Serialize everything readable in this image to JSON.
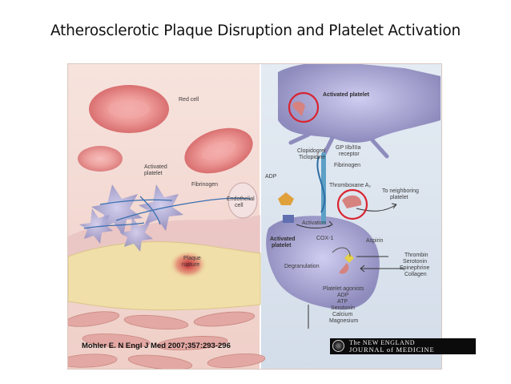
{
  "slide": {
    "title": "Atherosclerotic Plaque Disruption and Platelet Activation",
    "citation": "Mohler E. N Engl J Med 2007;357:293-296"
  },
  "figure": {
    "left_labels": {
      "red_cell": "Red cell",
      "activated_platelet": [
        "Activated",
        "platelet"
      ],
      "fibrinogen": "Fibrinogen",
      "endothelial_cell": [
        "Endothelial",
        "cell"
      ],
      "plaque_rupture": [
        "Plaque",
        "rupture"
      ]
    },
    "right_labels": {
      "activated_platelet_top": "Activated platelet",
      "clopidogrel": [
        "Clopidogrel",
        "Ticlopidine"
      ],
      "gp_receptor": [
        "GP IIb/IIIa",
        "receptor"
      ],
      "fibrinogen": "Fibrinogen",
      "adp": "ADP",
      "thromboxane": "Thromboxane A₂",
      "to_neighboring": [
        "To neighboring",
        "platelet"
      ],
      "activation": "Activation",
      "activated_platelet_lower": [
        "Activated",
        "platelet"
      ],
      "cox1": "COX-1",
      "aspirin": "Aspirin",
      "agonists_in": [
        "Thrombin",
        "Serotonin",
        "Epinephrine",
        "Collagen"
      ],
      "degranulation": "Degranulation",
      "agonists_out": [
        "Platelet agonists",
        "ADP",
        "ATP",
        "Serotonin",
        "Calcium",
        "Magnesium"
      ]
    }
  },
  "journal": {
    "line1": "The NEW ENGLAND",
    "line2": "JOURNAL of MEDICINE"
  },
  "colors": {
    "left_panel_bg": "#f3d9d4",
    "right_panel_bg": "#dce5f0",
    "red_cell": "#e88a8a",
    "platelet": "#a7a4c9",
    "plaque": "#f0dfa8",
    "highlight_ring": "#d9232f"
  }
}
